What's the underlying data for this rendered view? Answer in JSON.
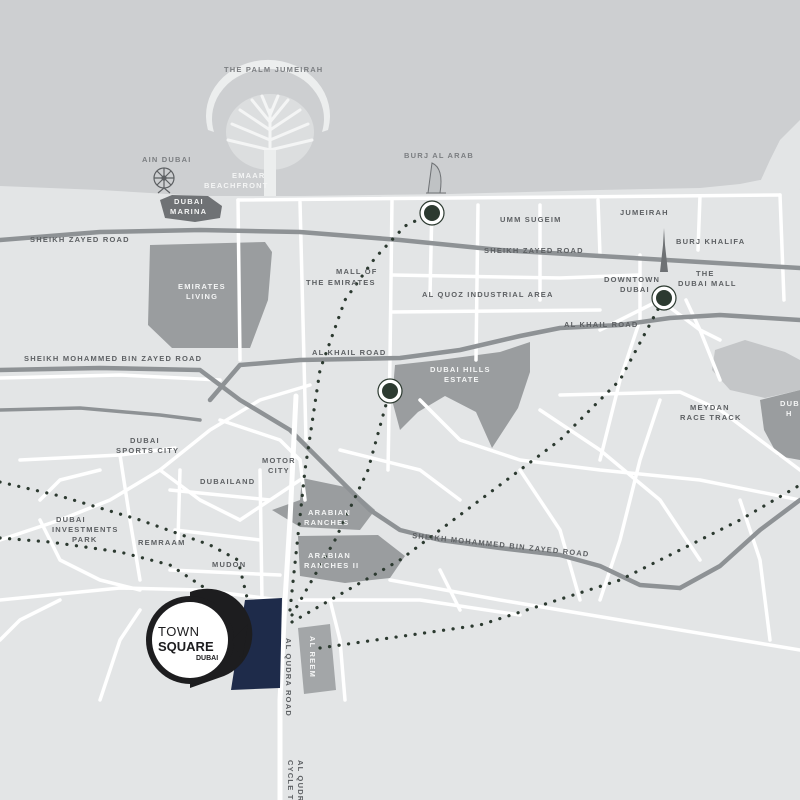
{
  "colors": {
    "sea": "#cdcfd1",
    "land": "#e3e5e6",
    "road": "#ffffff",
    "highway": "#8e9295",
    "district": "#9a9d9f",
    "marker": "#2c3a30",
    "dots": "#2c3a30",
    "plot": "#1e2b4a",
    "brand": "#1d1d1f"
  },
  "labels": {
    "palm": "THE PALM JUMEIRAH",
    "ain_dubai": "AIN DUBAI",
    "emaar": "EMAAR BEACHFRONT",
    "marina": "DUBAI MARINA",
    "burj_arab": "BURJ AL ARAB",
    "umm_sugeim": "UMM SUGEIM",
    "jumeirah": "JUMEIRAH",
    "szr_west": "SHEIKH ZAYED ROAD",
    "szr_east": "SHEIKH ZAYED ROAD",
    "burj_khalifa": "BURJ KHALIFA",
    "emirates_living": "EMIRATES LIVING",
    "mall_emirates": "MALL OF THE EMIRATES",
    "downtown": "DOWNTOWN DUBAI",
    "dubai_mall": "THE DUBAI MALL",
    "al_quoz": "AL QUOZ INDUSTRIAL AREA",
    "al_khail_east": "AL KHAIL ROAD",
    "smbz_west": "SHEIKH MOHAMMED BIN ZAYED ROAD",
    "al_khail_west": "AL KHAIL ROAD",
    "hills": "DUBAI HILLS ESTATE",
    "meydan": "MEYDAN RACE TRACK",
    "dubai_h": "DUBAI H",
    "sports_city": "DUBAI SPORTS CITY",
    "motor_city": "MOTOR CITY",
    "dubailand": "DUBAILAND",
    "arabian_ranches": "ARABIAN RANCHES",
    "arabian_ranches_2": "ARABIAN RANCHES II",
    "investments_park": "DUBAI INVESTMENTS PARK",
    "remraam": "REMRAAM",
    "mudon": "MUDON",
    "smbz_east": "SHEIKH MOHAMMED BIN ZAYED ROAD",
    "al_qudra": "AL QUDRA ROAD",
    "cycle_track": "AL QUDRA CYCLE TRACK",
    "al_reem": "AL REEM"
  },
  "logo": {
    "line1": "TOWN",
    "line2": "SQUARE",
    "line3": "DUBAI"
  }
}
